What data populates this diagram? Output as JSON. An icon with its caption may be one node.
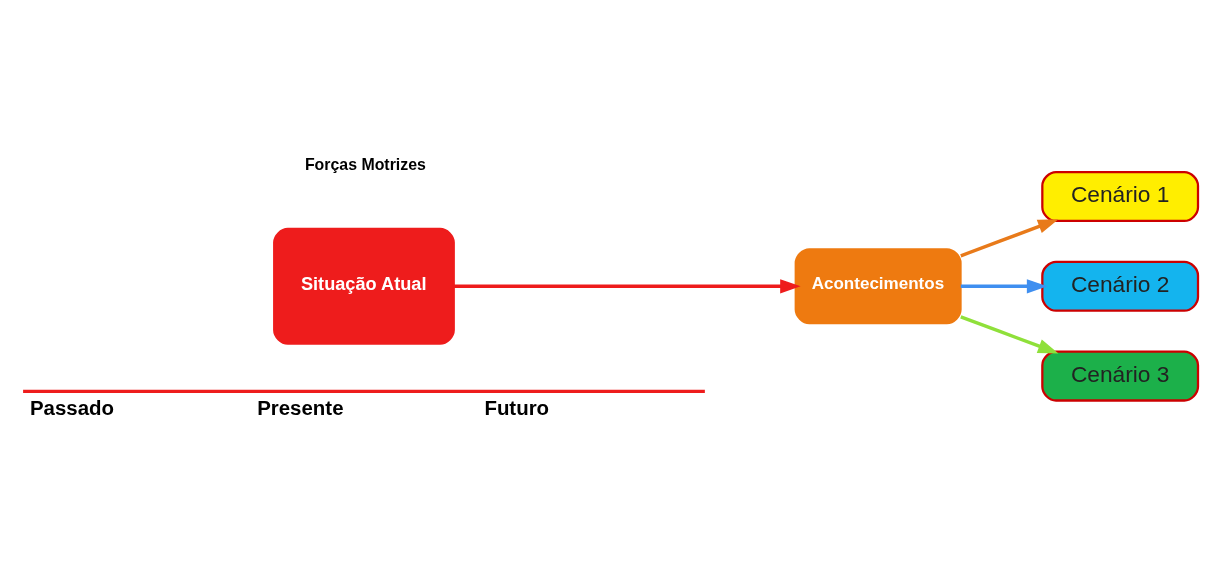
{
  "diagram": {
    "nodes": [
      {
        "text": [
          "Situação Atual"
        ]
      },
      {
        "text": [
          "Acontecimentos"
        ]
      },
      {
        "text": [
          "Cenário 1"
        ]
      },
      {
        "text": [
          "Cenário 2"
        ]
      },
      {
        "text": [
          "Cenário 3"
        ]
      }
    ],
    "edges": [
      {
        "from": 0,
        "to": 1,
        "arrow": "to",
        "color": "#ee1c1c"
      },
      {
        "from": 1,
        "to": 2,
        "arrow": "to",
        "color": "#e87a1a"
      },
      {
        "from": 1,
        "to": 3,
        "arrow": "to",
        "color": "#3f8ff0"
      },
      {
        "from": 1,
        "to": 4,
        "arrow": "to",
        "color": "#8fe03a"
      }
    ],
    "labels": [
      "Forças Motrizes",
      "Passado",
      "Presente",
      "Futuro"
    ]
  }
}
